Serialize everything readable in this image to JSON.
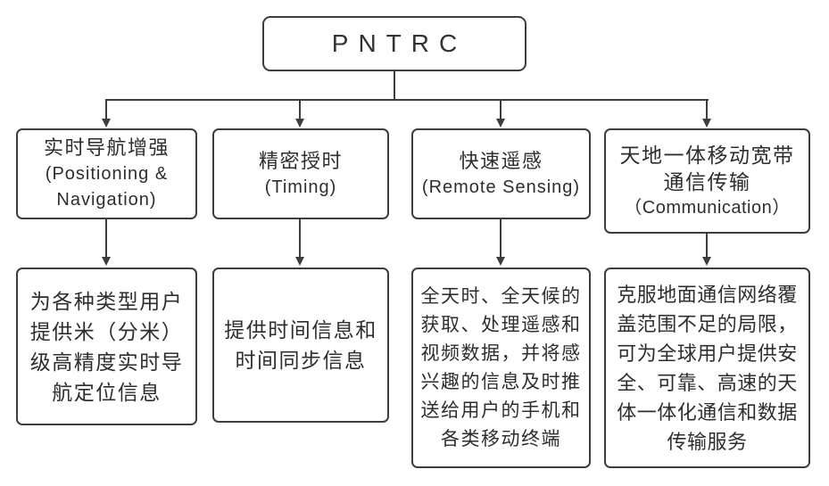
{
  "diagram": {
    "root": {
      "label": "PNTRC"
    },
    "branches": [
      {
        "title_cn": "实时导航增强",
        "title_en": "(Positioning & Navigation)",
        "description": "为各种类型用户提供米（分米）级高精度实时导航定位信息"
      },
      {
        "title_cn": "精密授时",
        "title_en": "(Timing)",
        "description": "提供时间信息和时间同步信息"
      },
      {
        "title_cn": "快速遥感",
        "title_en": "(Remote Sensing)",
        "description": "全天时、全天候的获取、处理遥感和视频数据，并将感兴趣的信息及时推送给用户的手机和各类移动终端"
      },
      {
        "title_cn": "天地一体移动宽带通信传输",
        "title_en": "（Communication）",
        "description": "克服地面通信网络覆盖范围不足的局限，可为全球用户提供安全、可靠、高速的天体一体化通信和数据传输服务"
      }
    ],
    "colors": {
      "line": "#3d3d3d",
      "text": "#2e2e2e",
      "background": "#ffffff"
    }
  }
}
